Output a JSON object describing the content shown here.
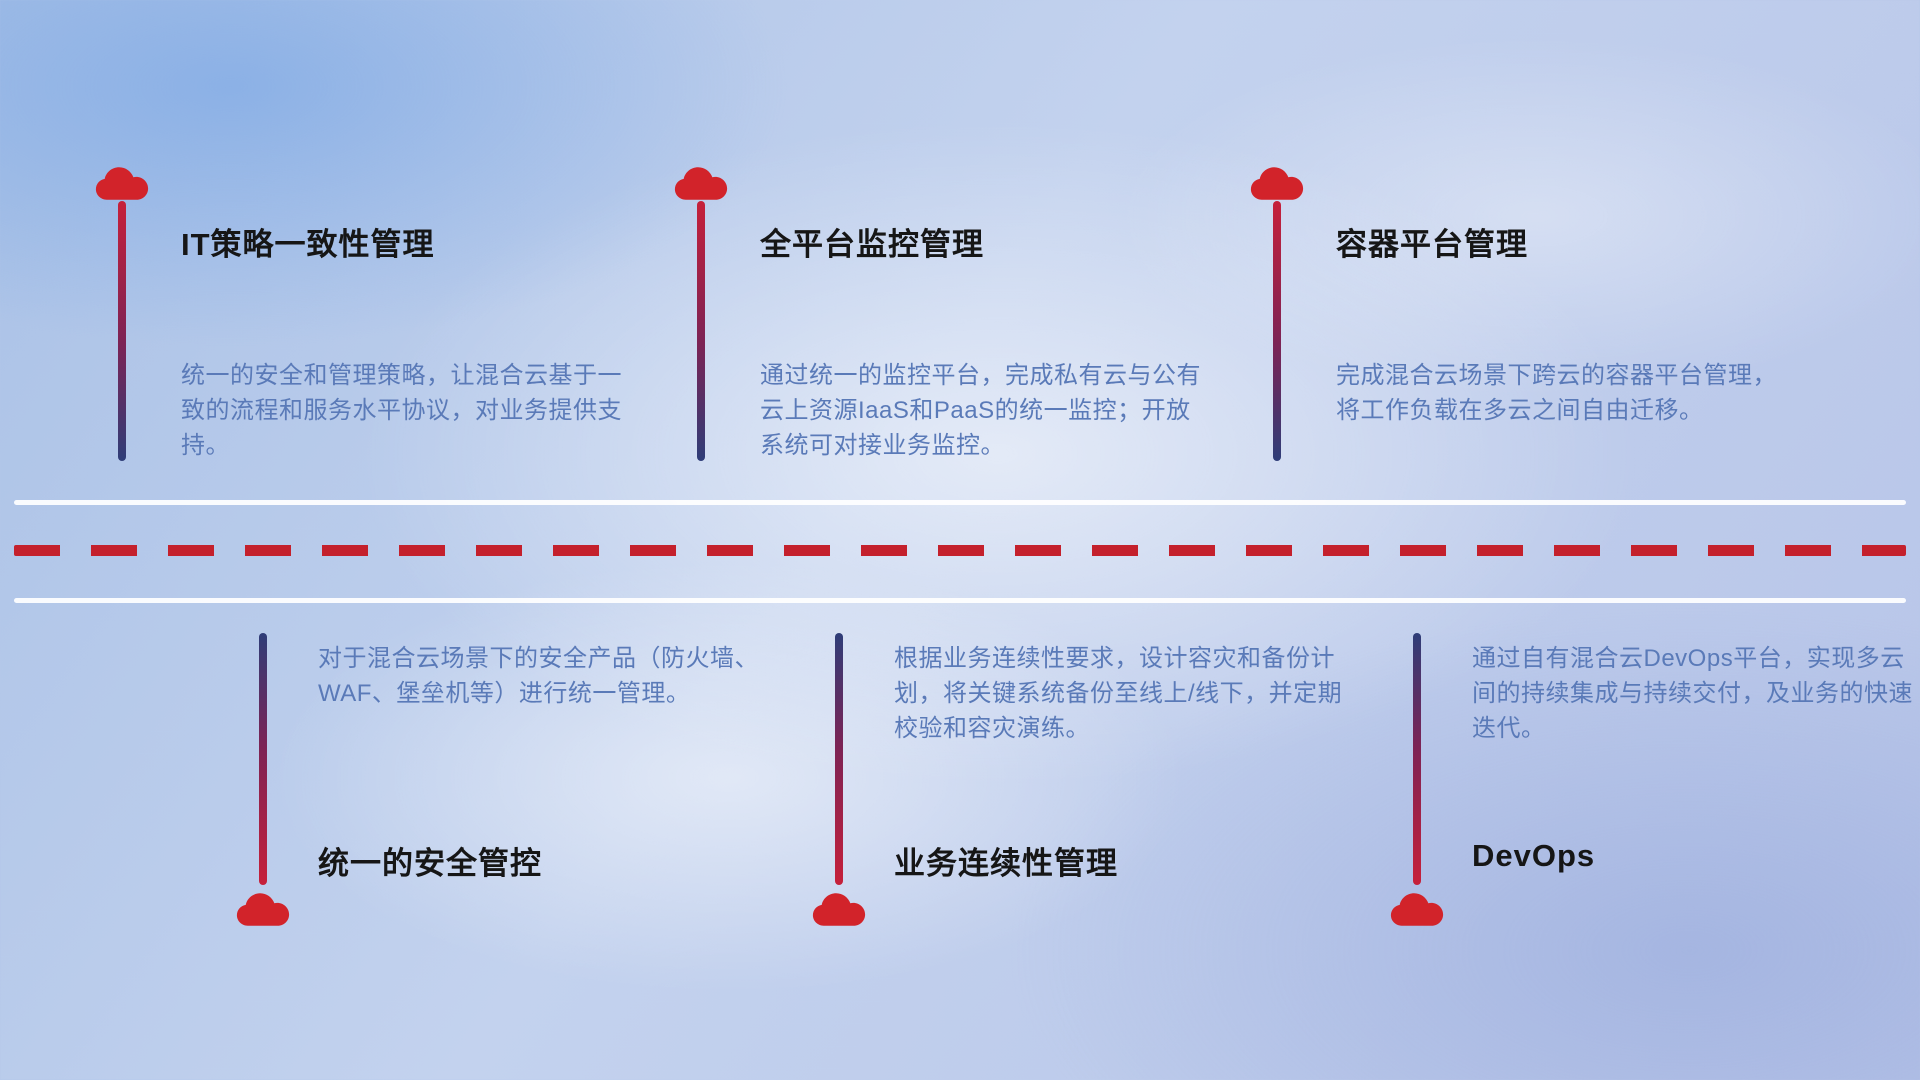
{
  "colors": {
    "cloud_red": "#d2232a",
    "dash_red": "#c4202c",
    "line_navy": "#2e3d78",
    "desc_blue": "#5a7ab8",
    "title_dark": "#161616"
  },
  "items": [
    {
      "title": "IT策略一致性管理",
      "desc": "统一的安全和管理策略，让混合云基于一致的流程和服务水平协议，对业务提供支持。"
    },
    {
      "title": "全平台监控管理",
      "desc": "通过统一的监控平台，完成私有云与公有云上资源IaaS和PaaS的统一监控；开放系统可对接业务监控。"
    },
    {
      "title": "容器平台管理",
      "desc": "完成混合云场景下跨云的容器平台管理，将工作负载在多云之间自由迁移。"
    },
    {
      "title": "统一的安全管控",
      "desc": "对于混合云场景下的安全产品（防火墙、WAF、堡垒机等）进行统一管理。"
    },
    {
      "title": "业务连续性管理",
      "desc": "根据业务连续性要求，设计容灾和备份计划，将关键系统备份至线上/线下，并定期校验和容灾演练。"
    },
    {
      "title": "DevOps",
      "desc": "通过自有混合云DevOps平台，实现多云间的持续集成与持续交付，及业务的快速迭代。"
    }
  ]
}
